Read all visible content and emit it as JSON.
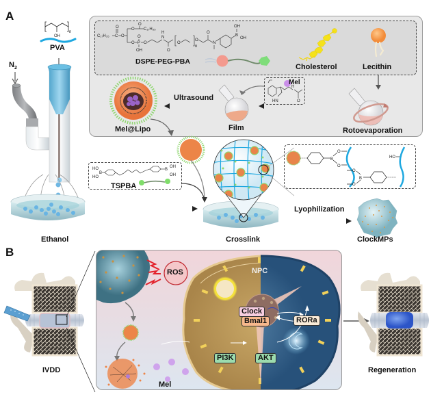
{
  "panels": {
    "a": {
      "letter": "A",
      "labels": {
        "pva": "PVA",
        "n2": "N",
        "n2_sub": "2",
        "ethanol": "Ethanol",
        "dspe": "DSPE-PEG-PBA",
        "cholesterol": "Cholesterol",
        "lecithin": "Lecithin",
        "mel": "Mel",
        "ultrasound": "Ultrasound",
        "film": "Film",
        "rotoevaporation": "Rotoevaporation",
        "mel_lipo": "Mel@Lipo",
        "tspba": "TSPBA",
        "crosslink": "Crosslink",
        "lyophilization": "Lyophilization",
        "clockmps": "ClockMPs"
      },
      "chem": {
        "pva_oh": "OH",
        "pva_n": "n",
        "c17h35": "C₁₇H₃₅",
        "oh": "OH",
        "o": "O",
        "b": "B",
        "ho": "HO",
        "h": "H",
        "n": "N",
        "hn": "HN",
        "p": "P",
        "c": "C"
      }
    },
    "b": {
      "letter": "B",
      "labels": {
        "ivdd": "IVDD",
        "ros": "ROS",
        "npc": "NPC",
        "clock": "Clock",
        "bmal1": "Bmal1",
        "rora": "RORa",
        "pi3k": "PI3K",
        "akt": "AKT",
        "mel": "Mel",
        "regeneration": "Regeneration"
      }
    }
  },
  "colors": {
    "liposome_orange": "#f08a4b",
    "peg_green": "#7fd46a",
    "pva_blue": "#1ea8e0",
    "cholesterol_yellow": "#f5e21a",
    "lecithin_orange": "#f7a65a",
    "mel_purple": "#c98ee8",
    "ros_red": "#d9343b",
    "npc_gold": "#c9a460",
    "npc_blue": "#3a6b93",
    "pi3k_green": "#8fd3a0",
    "clock_pink": "#f5c9dc",
    "bmal1_orange": "#f6b58a",
    "rora_cream": "#f9e7d2",
    "panel_gray": "#e9e9e9",
    "disc_blue": "#3f6fdd"
  }
}
